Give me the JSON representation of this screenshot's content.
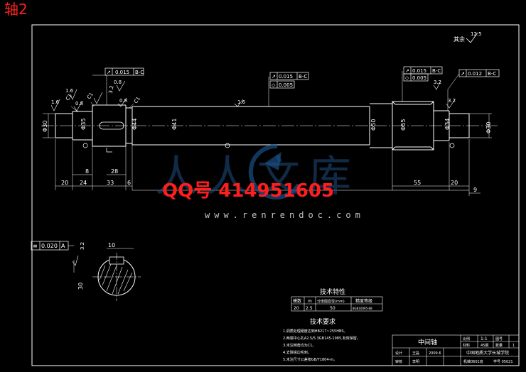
{
  "sheet_title": "轴2",
  "surface_note": {
    "prefix": "其余",
    "value": "12.5"
  },
  "watermark": {
    "chars": "人人文库",
    "qq": "QQ号 414951605",
    "url": "www.renrendoc.com"
  },
  "tolerances": {
    "tol_left": "0.015",
    "tol_left_ref": "B-C",
    "tol_mid_1": "0.015",
    "tol_mid_1_ref": "B-C",
    "tol_mid_2": "0.005",
    "tol_right_1": "0.015",
    "tol_right_1_ref": "B-C",
    "tol_right_2": "0.005",
    "tol_right_3": "0.012",
    "tol_right_3_ref": "B-C",
    "tol_section": "0.020",
    "tol_section_ref": "A"
  },
  "diameters": {
    "d_left_end": "Φ30",
    "d_keyed": "Φ35",
    "d_collar": "Φ44",
    "d_mid": "Φ41",
    "d_bearing": "Φ50",
    "d_sleeve": "Φ55",
    "d_right_1": "Φ34",
    "d_right_end": "Φ30"
  },
  "roughness": {
    "r1": "1.6",
    "r2": "0.8",
    "r3": "3.2",
    "r4": "0.8",
    "r5": "1.6",
    "r6": "3.2",
    "r7": "3.2",
    "r8": "0.8",
    "r9": "1.6"
  },
  "chamfers": {
    "c1": "C1",
    "c2": "C1",
    "c3": "C1"
  },
  "length_dims": {
    "l1": "20",
    "l2": "24",
    "l3": "33",
    "l4": "6",
    "l5": "8",
    "l6": "28",
    "l7": "55",
    "l8": "20",
    "l9": "9"
  },
  "section": {
    "width": "10",
    "depth": "30",
    "key_label": "3.2"
  },
  "tech_char": {
    "title": "技术特性",
    "headers": [
      "模数",
      "m",
      "分度圆直径(mm)",
      "精度等级"
    ],
    "values": [
      "20",
      "2.5",
      "50",
      "8GB10095-88"
    ]
  },
  "tech_req": {
    "title": "技术要求",
    "items": [
      "1.调质处理硬度达到HB217~255HBS。",
      "2.两端中心孔A2.5/5.3GB145-1985,有效保留。",
      "3.未注倒角均为C1。",
      "4.去除锐边毛刺。",
      "5.未注尺寸公差按GB/T1804-m。"
    ]
  },
  "title_block": {
    "part_name": "中间轴",
    "scale_label": "比例",
    "scale_value": "1:1",
    "drawing_no_label": "图号",
    "material_label": "材料",
    "material_value": "45钢",
    "qty_label": "数量",
    "qty_value": "1",
    "designer_label": "设计",
    "designer_value": "王磊",
    "checker_label": "审核",
    "checker_value": "李明",
    "school": "中国地质大学长城学院",
    "class_info": "机械0601班",
    "student_no": "学号 05021",
    "date": "2009.6"
  }
}
